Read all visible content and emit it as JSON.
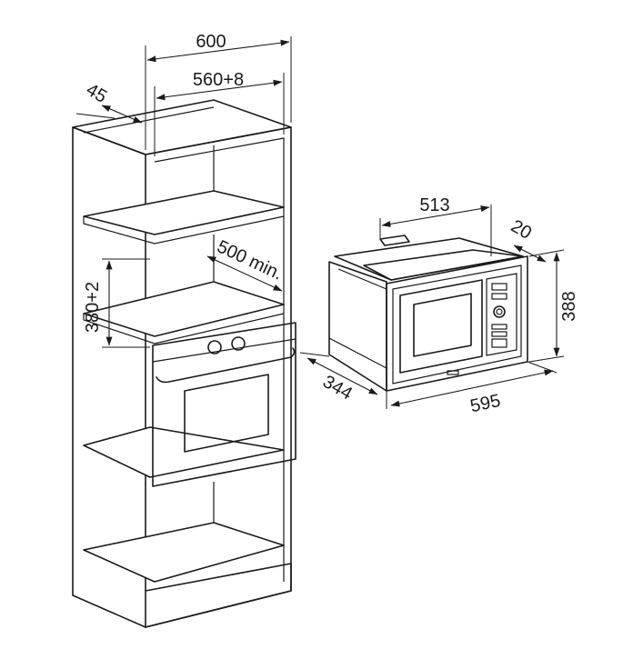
{
  "dimensions": {
    "cabinet_width": "600",
    "niche_width": "560+8",
    "cabinet_side": "45",
    "niche_height": "380+2",
    "niche_depth": "500 min.",
    "mw_depth": "513",
    "frame_depth": "20",
    "mw_height": "388",
    "mw_body_depth": "344",
    "mw_width": "595"
  },
  "colors": {
    "line": "#1a1a1a",
    "background": "#ffffff"
  }
}
